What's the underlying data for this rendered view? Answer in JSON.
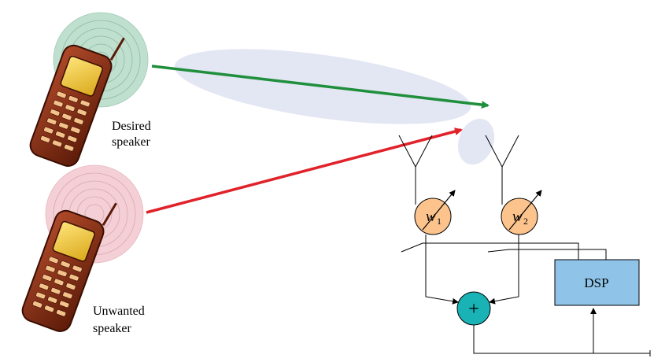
{
  "speakers": {
    "desired": {
      "line1": "Desired",
      "line2": "speaker",
      "ring_color": "#bfe0cf",
      "arrow_color": "#1f8f3c"
    },
    "unwanted": {
      "line1": "Unwanted",
      "line2": "speaker",
      "ring_color": "#f4cfd6",
      "arrow_color": "#e0222a"
    }
  },
  "beam": {
    "main_lobe_color": "#e3e6f3",
    "side_lobe_color": "#e3e6f3"
  },
  "weights": [
    {
      "symbol": "w",
      "index": "1",
      "fill": "#fcc38c"
    },
    {
      "symbol": "w",
      "index": "2",
      "fill": "#fcc38c"
    }
  ],
  "summer": {
    "symbol": "+",
    "fill": "#19b2b5"
  },
  "dsp": {
    "label": "DSP",
    "fill": "#8fc4e8"
  },
  "icons": [
    "mobile-phone-icon",
    "antenna-icon",
    "adjustable-arrow-icon",
    "summation-icon"
  ]
}
